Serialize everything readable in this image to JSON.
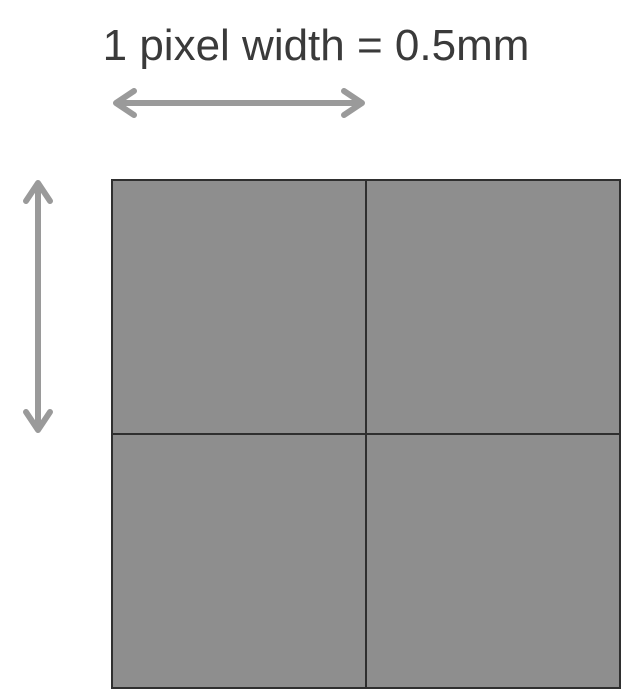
{
  "caption": "1 pixel width = 0.5mm",
  "colors": {
    "pixel_fill": "#8e8e8e",
    "grid_line": "#2f2f2f",
    "arrow": "#9a9a9a",
    "text": "#3a3a3a",
    "background": "#ffffff"
  },
  "grid": {
    "rows": 2,
    "columns": 2
  },
  "icons": {
    "horizontal_arrow": "double-headed-arrow-horizontal",
    "vertical_arrow": "double-headed-arrow-vertical"
  }
}
